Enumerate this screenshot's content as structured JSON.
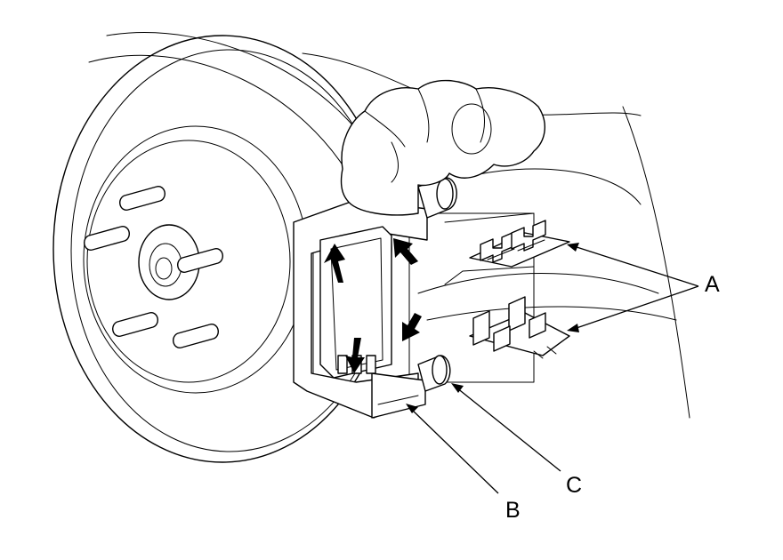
{
  "callouts": {
    "a": "A",
    "b": "B",
    "c": "C"
  },
  "colors": {
    "ink": "#000000",
    "background": "#ffffff"
  }
}
